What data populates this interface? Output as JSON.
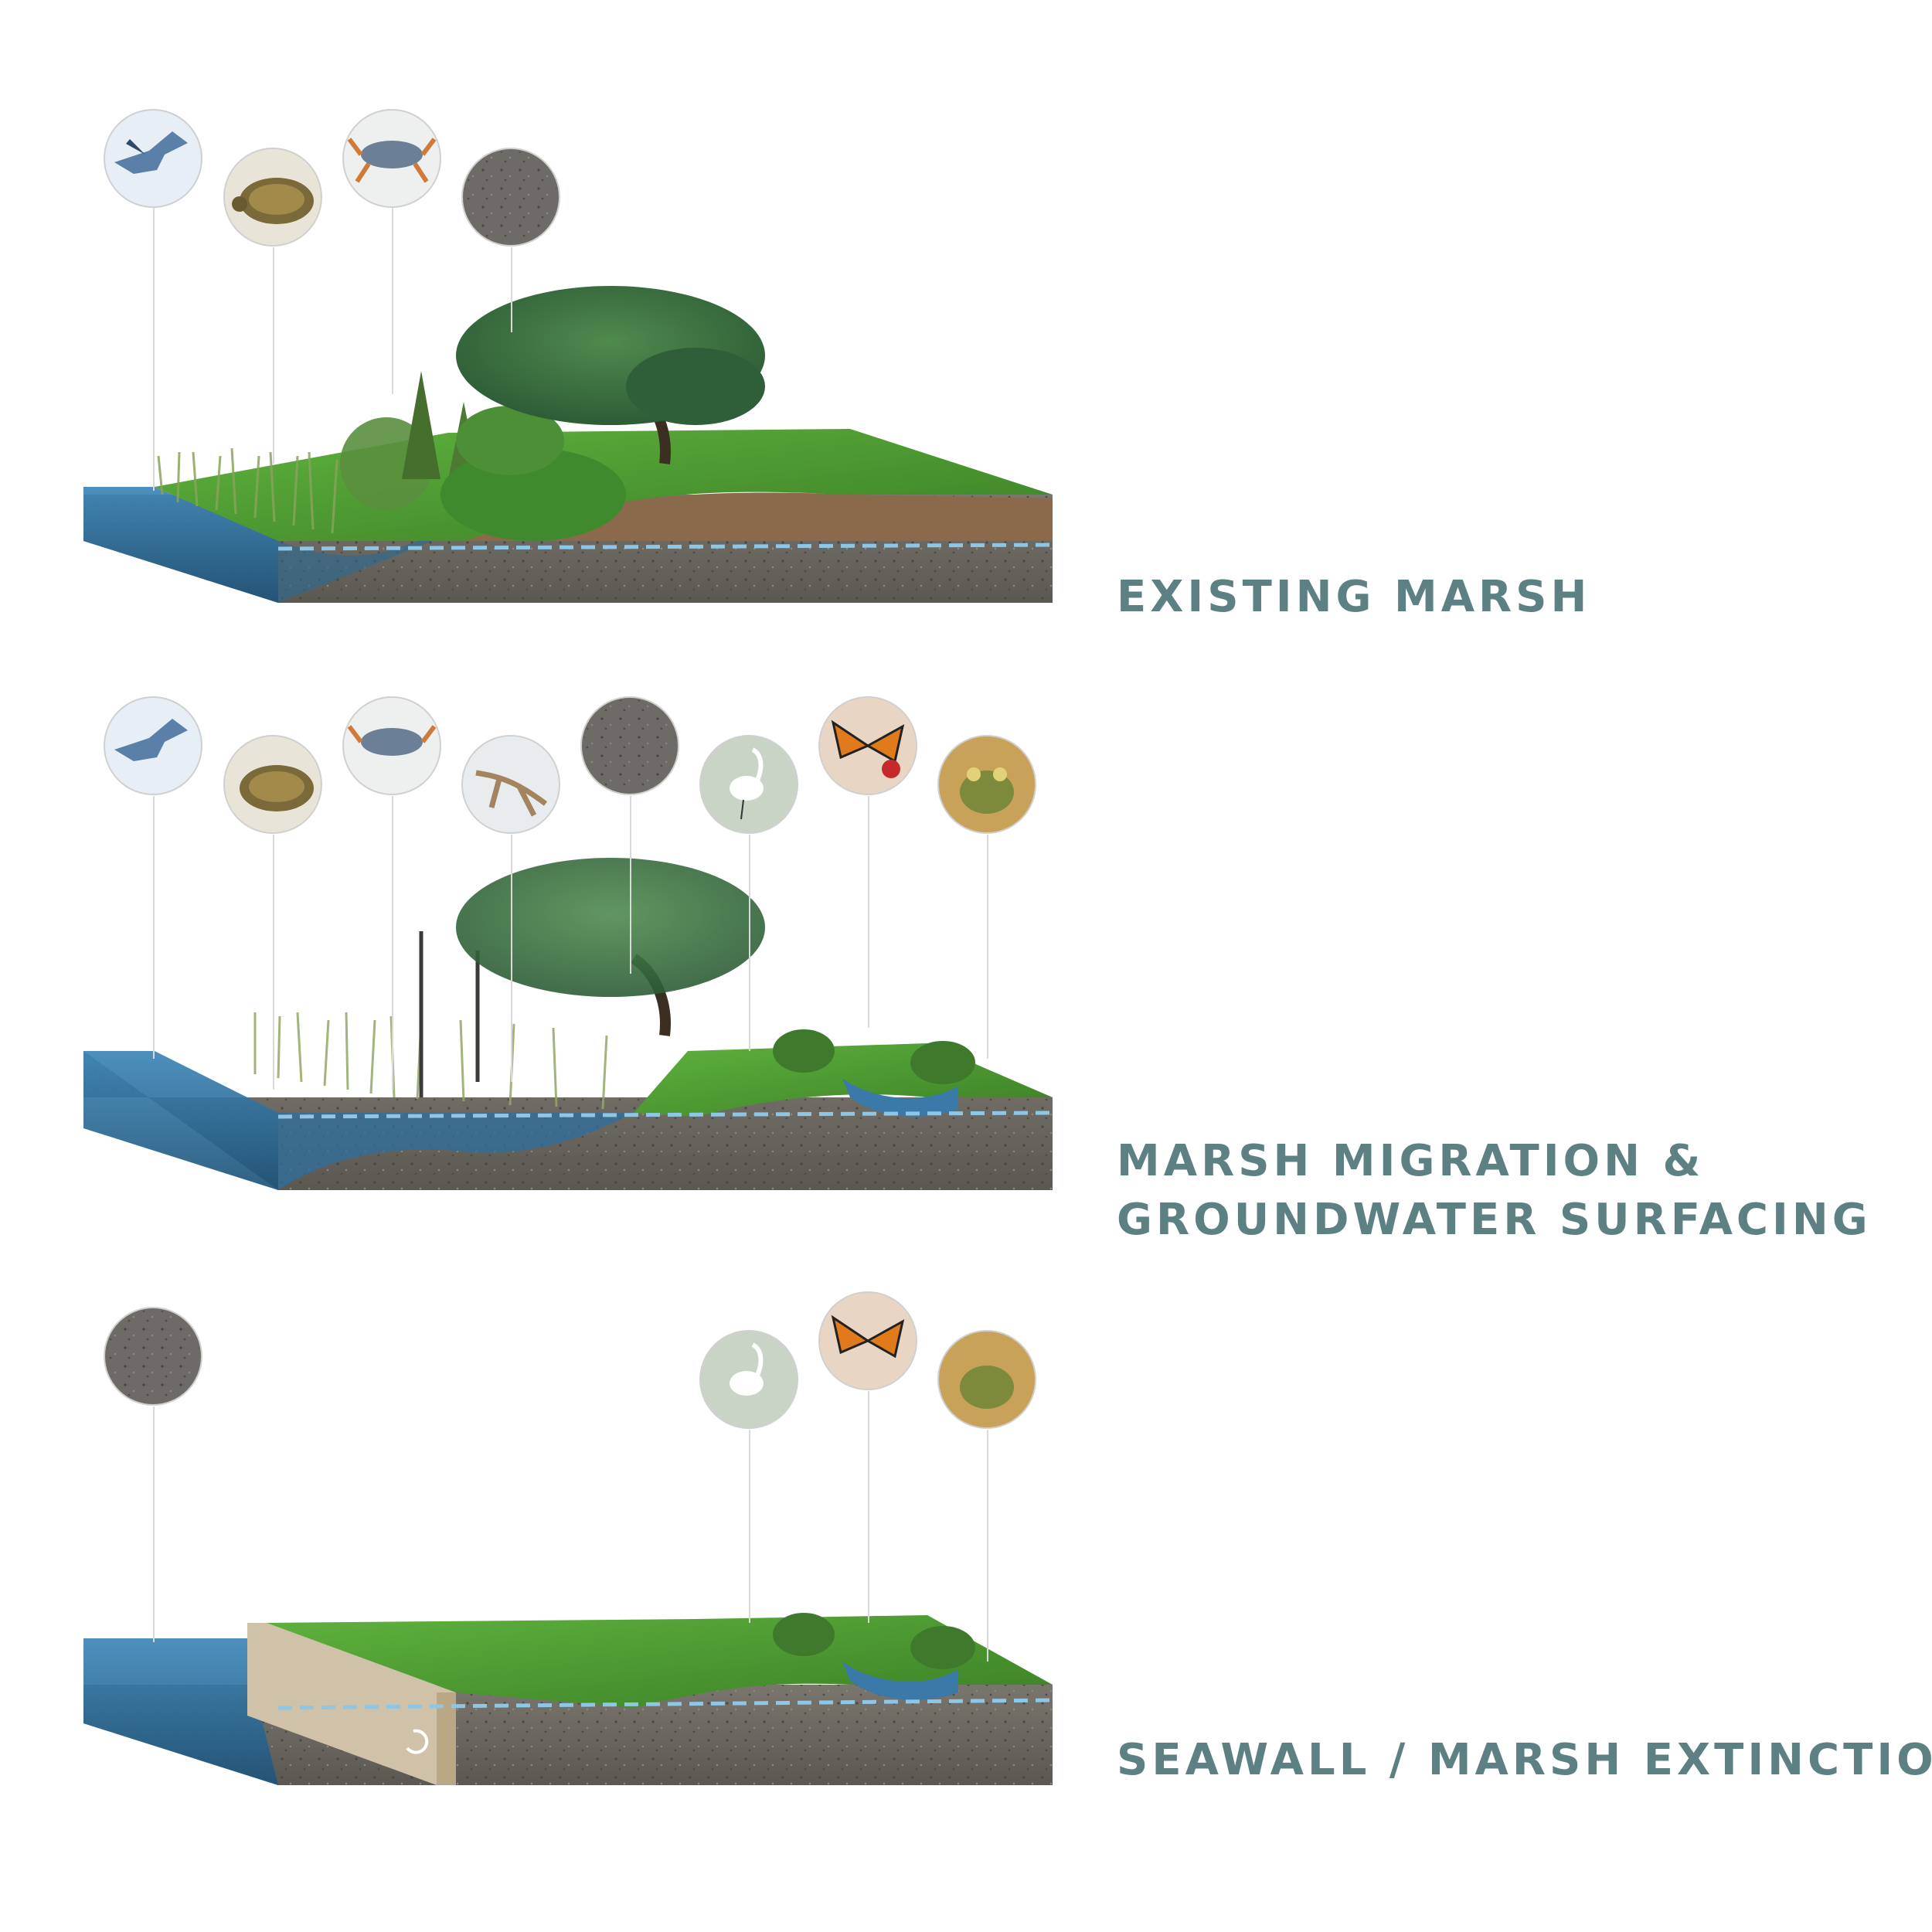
{
  "scenarios": [
    {
      "title_lines": [
        "EXISTING MARSH"
      ],
      "species": [
        "heron-icon",
        "turtle-icon",
        "crab-icon",
        "soil-icon"
      ]
    },
    {
      "title_lines": [
        "MARSH MIGRATION &",
        "GROUNDWATER SURFACING"
      ],
      "species": [
        "heron-icon",
        "turtle-icon",
        "crab-icon",
        "driftwood-icon",
        "soil-icon",
        "egret-icon",
        "butterfly-icon",
        "frog-icon"
      ]
    },
    {
      "title_lines": [
        "SEAWALL / MARSH EXTINCTION"
      ],
      "species": [
        "soil-icon",
        "egret-icon",
        "butterfly-icon",
        "frog-icon"
      ]
    }
  ],
  "colors": {
    "title": "#5d8183",
    "water": "#2d6f9e",
    "grass": "#4f9a34",
    "soil": "#6d6a63",
    "topsoil": "#8a6a4a",
    "water_table": "#8ec6e6"
  }
}
